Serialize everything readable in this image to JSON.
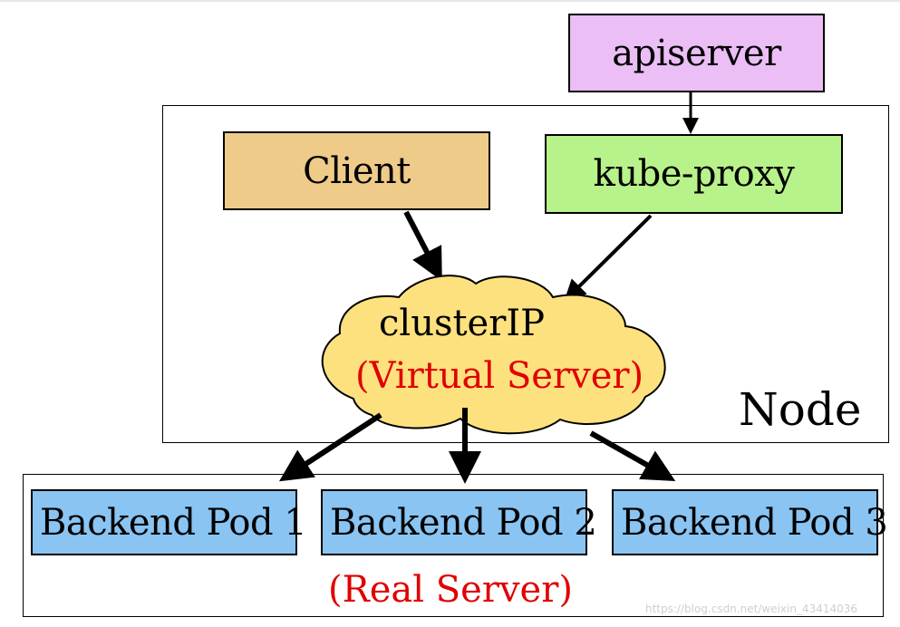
{
  "diagram": {
    "apiserver": {
      "label": "apiserver",
      "color": "#ebbef5"
    },
    "kube_proxy": {
      "label": "kube-proxy",
      "color": "#b8f28a"
    },
    "client": {
      "label": "Client",
      "color": "#efcb8a"
    },
    "cluster_ip": {
      "label": "clusterIP",
      "sublabel": "(Virtual Server)",
      "color": "#fde17e"
    },
    "node": {
      "label": "Node"
    },
    "pods": [
      {
        "label": "Backend Pod 1"
      },
      {
        "label": "Backend Pod 2"
      },
      {
        "label": "Backend Pod 3"
      }
    ],
    "pod_color": "#8ac4f2",
    "real_server": {
      "label": "(Real Server)"
    },
    "accent_red": "#e00000"
  },
  "watermark": "https://blog.csdn.net/weixin_43414036"
}
